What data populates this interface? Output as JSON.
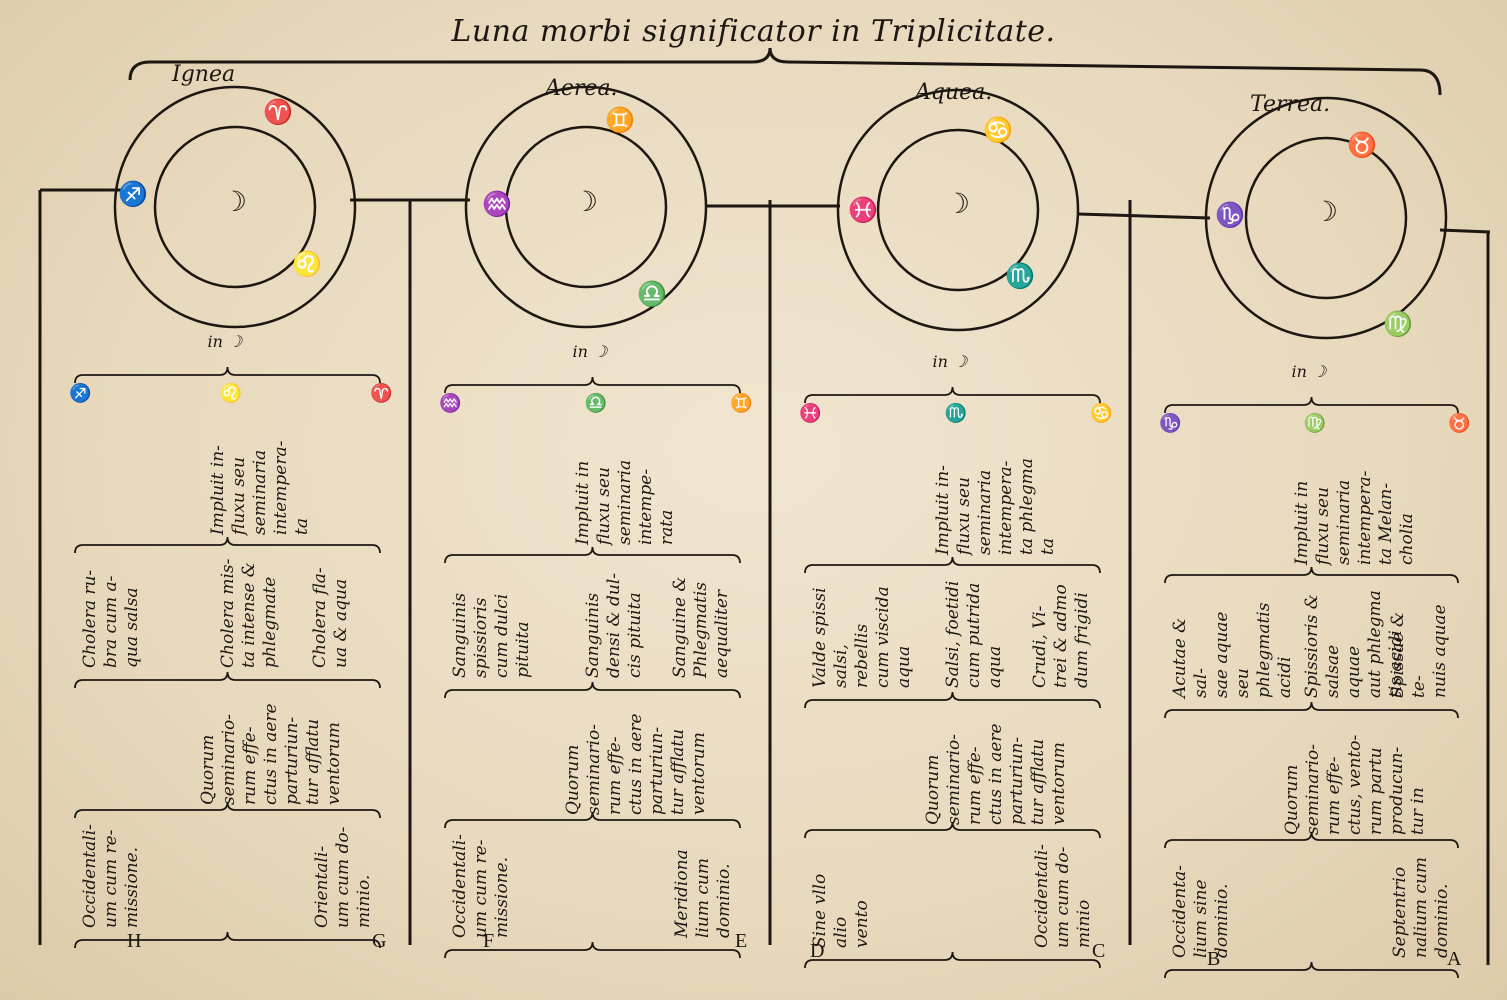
{
  "title": "Luna morbi significator in Triplicitate.",
  "columns": [
    {
      "element": "Ignea",
      "circle_signs": [
        "♈",
        "♐",
        "♌"
      ],
      "moon": "☽",
      "in_moon": "in ☽",
      "sign_right": "♈",
      "sign_mid": "♌",
      "sign_left": "♐",
      "t1": "Impluit in-\nfluxu seu\nseminaria\nintempera-\nta",
      "t2_right": "Cholera fla-\nua & aqua",
      "t2_mid": "Cholera mis-\nta intense &\nphlegmate",
      "t2_left": "Cholera ru-\nbra cum a-\nqua salsa",
      "t3": "Quorum\nseminario-\nrum effe-\nctus in aere\nparturiun-\ntur afflatu\nventorum",
      "t4_right": "Orientali-\num cum do-\nminio.",
      "t4_left": "Occidentali-\num cum re-\nmissione.",
      "letter_right": "G",
      "letter_left": "H"
    },
    {
      "element": "Aerea.",
      "circle_signs": [
        "♊",
        "♒",
        "♎"
      ],
      "moon": "☽",
      "in_moon": "in ☽",
      "sign_right": "♊",
      "sign_mid": "♎",
      "sign_left": "♒",
      "t1": "Impluit in\nfluxu seu\nseminaria\nintempe-\nrata",
      "t2_right": "Sanguine &\nPhlegmatis\naequaliter",
      "t2_mid": "Sanguinis\ndensi & dul-\ncis pituita",
      "t2_left": "Sanguinis\nspissioris\ncum dulci\npituita",
      "t3": "Quorum\nseminario-\nrum effe-\nctus in aere\nparturiun-\ntur afflatu\nventorum",
      "t4_right": "Meridiona\nlium cum\ndominio.",
      "t4_left": "Occidentali-\num cum re-\nmissione.",
      "letter_right": "E",
      "letter_left": "F"
    },
    {
      "element": "Aquea.",
      "circle_signs": [
        "♋",
        "♓",
        "♏"
      ],
      "moon": "☽",
      "in_moon": "in ☽",
      "sign_right": "♋",
      "sign_mid": "♏",
      "sign_left": "♓",
      "t1": "Impluit in-\nfluxu seu\nseminaria\nintempera-\nta phlegma\nta",
      "t2_right": "Crudi, Vi-\ntrei & admo\ndum frigidi",
      "t2_mid": "Salsi, foetidi\ncum putrida\naqua",
      "t2_left": "Valde spissi\nsalsi, rebellis\ncum viscida\naqua",
      "t3": "Quorum\nseminario-\nrum effe-\nctus in aere\nparturiun-\ntur afflatu\nventorum",
      "t4_right": "Occidentali-\num cum do-\nminio",
      "t4_left": "Sine vllo alio\nvento",
      "letter_right": "C",
      "letter_left": "D"
    },
    {
      "element": "Terrea.",
      "circle_signs": [
        "♉",
        "♑",
        "♍"
      ],
      "moon": "☽",
      "in_moon": "in ☽",
      "sign_right": "♉",
      "sign_mid": "♍",
      "sign_left": "♑",
      "t1": "Impluit in\nfluxu seu\nseminaria\nintempera-\nta Melan-\ncholia",
      "t2_right": "Spissae & te-\nnuis aquae",
      "t2_mid": "Spissioris &\nsalsae aquae\naut phlegma\ntis acidi",
      "t2_left": "Acutae & sal-\nsae aquae seu\nphlegmatis\nacidi",
      "t3": "Quorum\nseminario-\nrum effe-\nctus, vento-\nrum partu\nproducun-\ntur in",
      "t4_right": "Septentrio\nnalium cum\ndominio.",
      "t4_left": "Occidenta-\nlium sine\ndominio.",
      "letter_right": "A",
      "letter_left": "B"
    }
  ]
}
